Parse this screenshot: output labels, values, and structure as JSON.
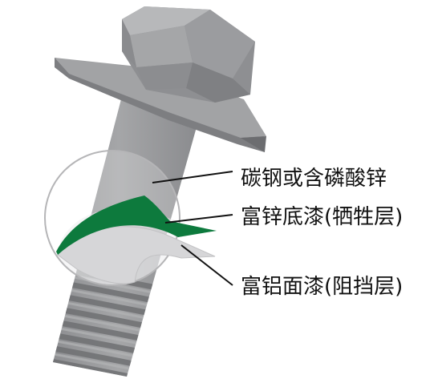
{
  "diagram": {
    "labels": {
      "substrate": "碳钢或含磷酸锌",
      "zinc_primer": "富锌底漆(牺牲层)",
      "aluminum_topcoat": "富铝面漆(阻挡层)"
    },
    "colors": {
      "bolt_gray": "#9a9b9d",
      "bolt_dark": "#7c7d80",
      "bolt_light": "#b9babc",
      "zinc_layer": "#0d7a3d",
      "aluminum_layer": "#d6d6d8",
      "callout_line": "#111111"
    }
  }
}
